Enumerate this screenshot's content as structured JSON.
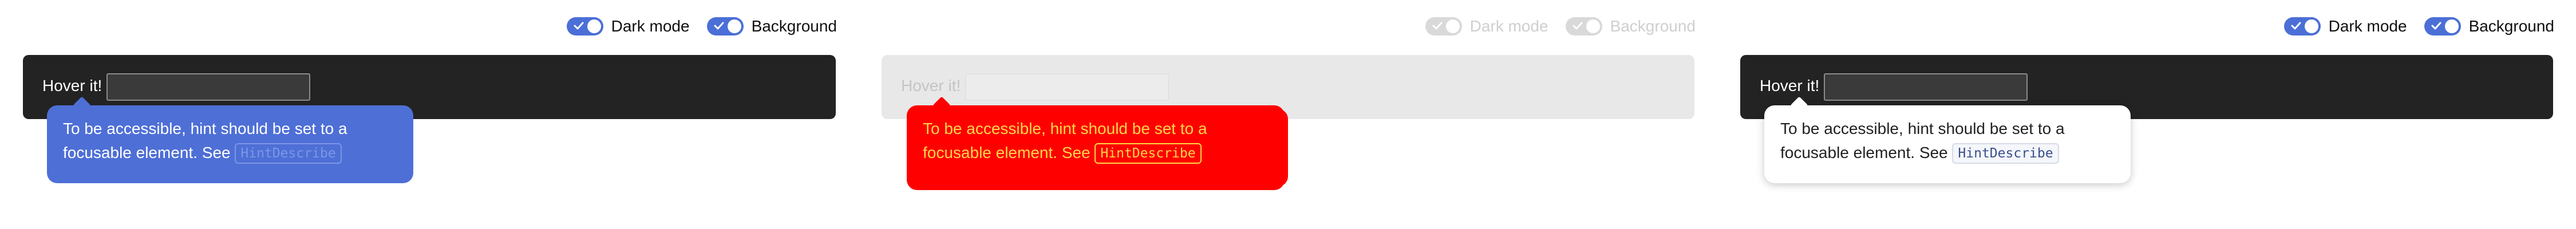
{
  "toggles": {
    "dark_mode_label": "Dark mode",
    "background_label": "Background"
  },
  "trigger": {
    "hover_label": "Hover it!"
  },
  "tooltip": {
    "text": "To be accessible, hint should be set to a focusable element. See",
    "code": "HintDescribe"
  },
  "colors": {
    "accent": "#4b6fd6",
    "dark_bar": "#232323",
    "error_red": "#ff0000",
    "error_yellow": "#ffd84a"
  }
}
